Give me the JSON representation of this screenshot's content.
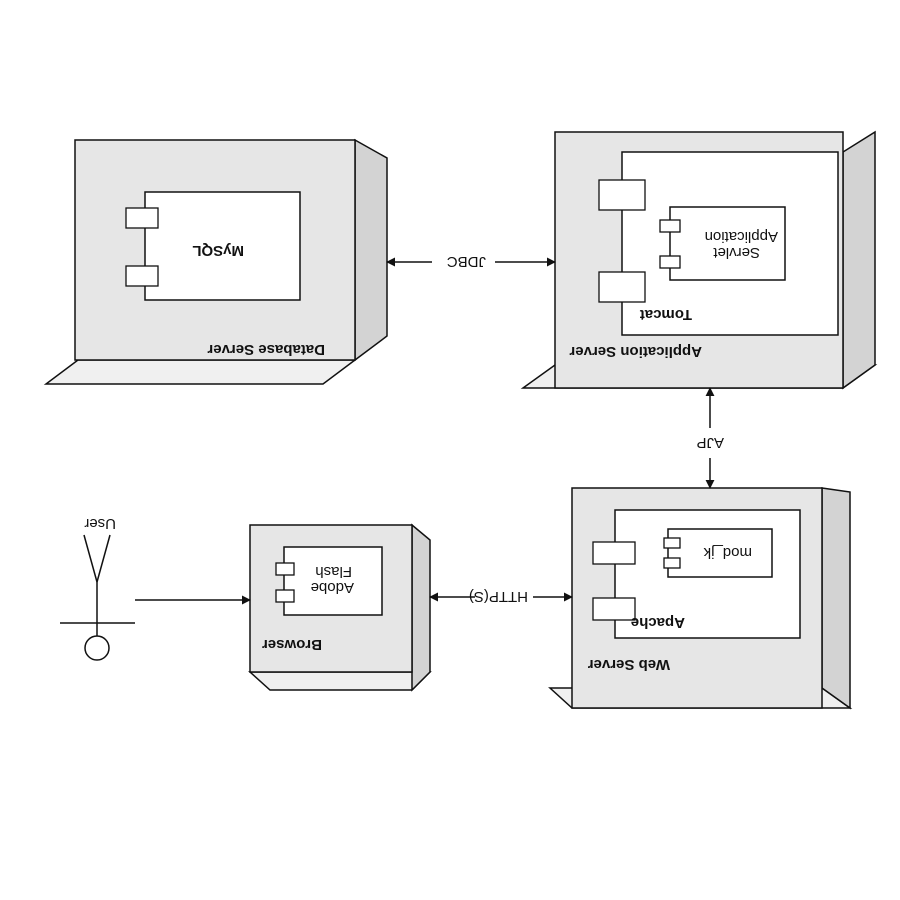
{
  "nodes": {
    "database_server": {
      "label": "Database Server"
    },
    "application_server": {
      "label": "Application Server"
    },
    "web_server": {
      "label": "Web Server"
    },
    "browser": {
      "label": "Browser"
    }
  },
  "components": {
    "mysql": {
      "label": "MySQL"
    },
    "tomcat": {
      "label": "Tomcat"
    },
    "servlet_application": {
      "line1": "Servlet",
      "line2": "Application"
    },
    "apache": {
      "label": "Apache"
    },
    "mod_jk": {
      "label": "mod_jk"
    },
    "adobe_flash": {
      "line1": "Adobe",
      "line2": "Flash"
    }
  },
  "actor": {
    "label": "User"
  },
  "connections": {
    "jdbc": "JDBC",
    "ajp": "AJP",
    "https": "HTTP(S)"
  },
  "orientation": "image is rotated 180 degrees"
}
